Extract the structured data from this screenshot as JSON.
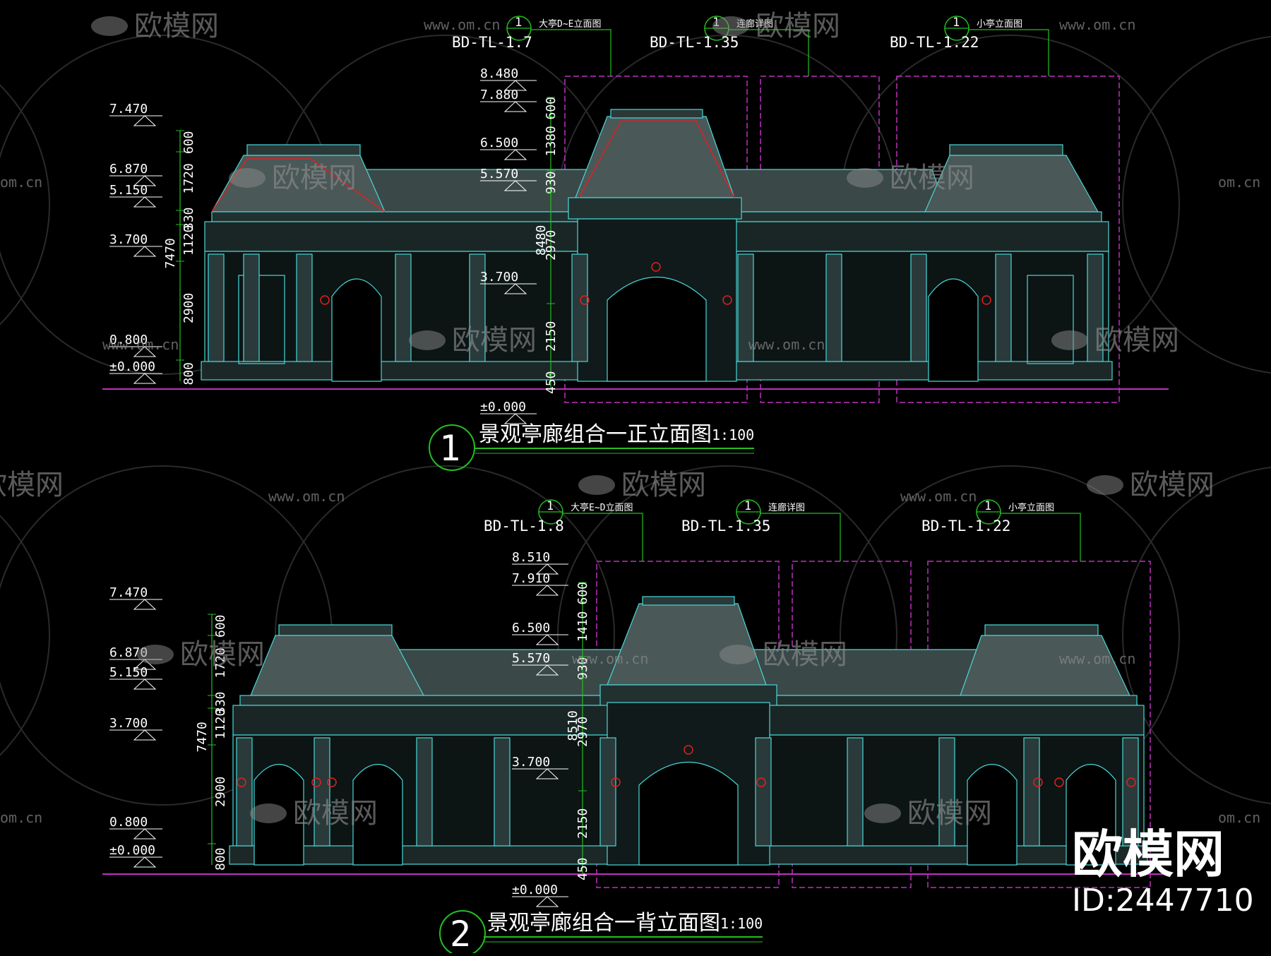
{
  "watermark": {
    "brand": "欧模网",
    "url": "www.om.cn",
    "url_short": "om.cn",
    "corner_brand": "欧模网",
    "corner_id": "ID:2447710"
  },
  "drawings": [
    {
      "id": "front",
      "circle_number": "1",
      "title": "景观亭廊组合一正立面图",
      "scale": "1:100",
      "callouts": [
        {
          "num": "1",
          "note": "大亭D~E立面图",
          "ref": "BD-TL-1.7"
        },
        {
          "num": "1",
          "note": "连廊详图",
          "ref": "BD-TL-1.35"
        },
        {
          "num": "1",
          "note": "小亭立面图",
          "ref": "BD-TL-1.22"
        }
      ],
      "left_levels": [
        "7.470",
        "6.870",
        "5.150",
        "3.700",
        "0.800",
        "±0.000"
      ],
      "left_dims": [
        "600",
        "1720",
        "330",
        "1120",
        "7470",
        "2900",
        "800"
      ],
      "center_levels": [
        "8.480",
        "7.880",
        "6.500",
        "5.570",
        "3.700",
        "±0.000"
      ],
      "center_dims": [
        "600",
        "1380",
        "930",
        "8480",
        "2970",
        "2150",
        "450"
      ]
    },
    {
      "id": "back",
      "circle_number": "2",
      "title": "景观亭廊组合一背立面图",
      "scale": "1:100",
      "callouts": [
        {
          "num": "1",
          "note": "大亭E~D立面图",
          "ref": "BD-TL-1.8"
        },
        {
          "num": "1",
          "note": "连廊详图",
          "ref": "BD-TL-1.35"
        },
        {
          "num": "1",
          "note": "小亭立面图",
          "ref": "BD-TL-1.22"
        }
      ],
      "left_levels": [
        "7.470",
        "6.870",
        "5.150",
        "3.700",
        "0.800",
        "±0.000"
      ],
      "left_dims": [
        "600",
        "1720",
        "330",
        "1120",
        "7470",
        "2900",
        "800"
      ],
      "center_levels": [
        "8.510",
        "7.910",
        "6.500",
        "5.570",
        "3.700",
        "±0.000"
      ],
      "center_dims": [
        "600",
        "1410",
        "930",
        "8510",
        "2970",
        "2150",
        "450"
      ]
    }
  ],
  "colors": {
    "line": "#48d8d8",
    "roof": "#7f8f8f",
    "dim": "#22c01e",
    "magenta": "#c030c0",
    "red": "#e02020",
    "text": "#ffffff",
    "watermark": "#8a8a8a"
  }
}
